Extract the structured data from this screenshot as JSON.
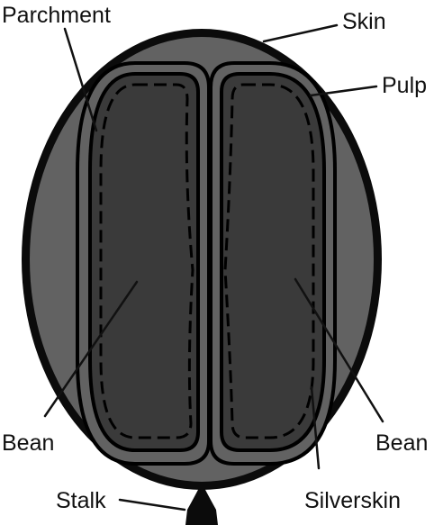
{
  "labels": {
    "parchment": "Parchment",
    "skin": "Skin",
    "pulp": "Pulp",
    "bean_left": "Bean",
    "bean_right": "Bean",
    "stalk": "Stalk",
    "silverskin": "Silverskin"
  },
  "colors": {
    "skin_outline": "#0b0b0b",
    "pulp": "#626262",
    "bean": "#3a3a3a",
    "outline": "#000000",
    "label_text": "#111111",
    "background": "#ffffff"
  }
}
